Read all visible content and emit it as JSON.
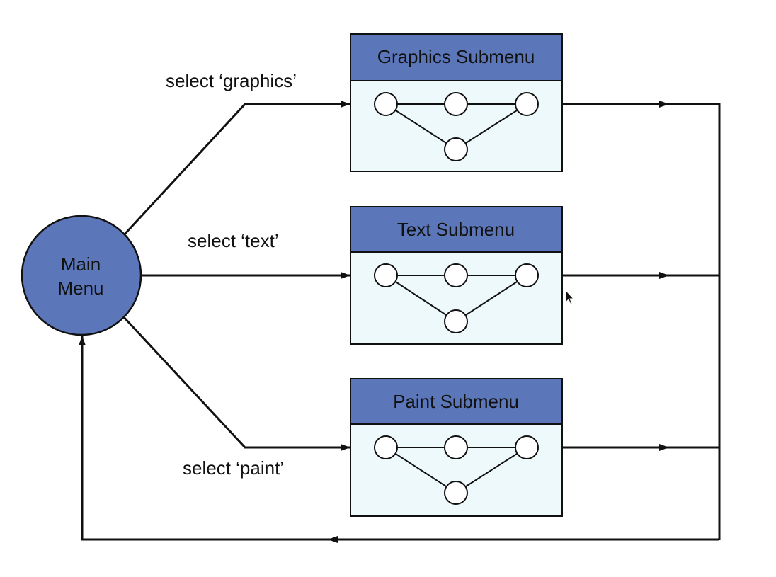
{
  "main_menu": {
    "line1": "Main",
    "line2": "Menu"
  },
  "edges": {
    "graphics": "select ‘graphics’",
    "text": "select ‘text’",
    "paint": "select ‘paint’"
  },
  "submenus": [
    {
      "title": "Graphics Submenu"
    },
    {
      "title": "Text Submenu"
    },
    {
      "title": "Paint Submenu"
    }
  ],
  "colors": {
    "accent": "#5b76b9",
    "submenu_body": "#eef9fb",
    "stroke": "#111111",
    "text": "#111111"
  }
}
